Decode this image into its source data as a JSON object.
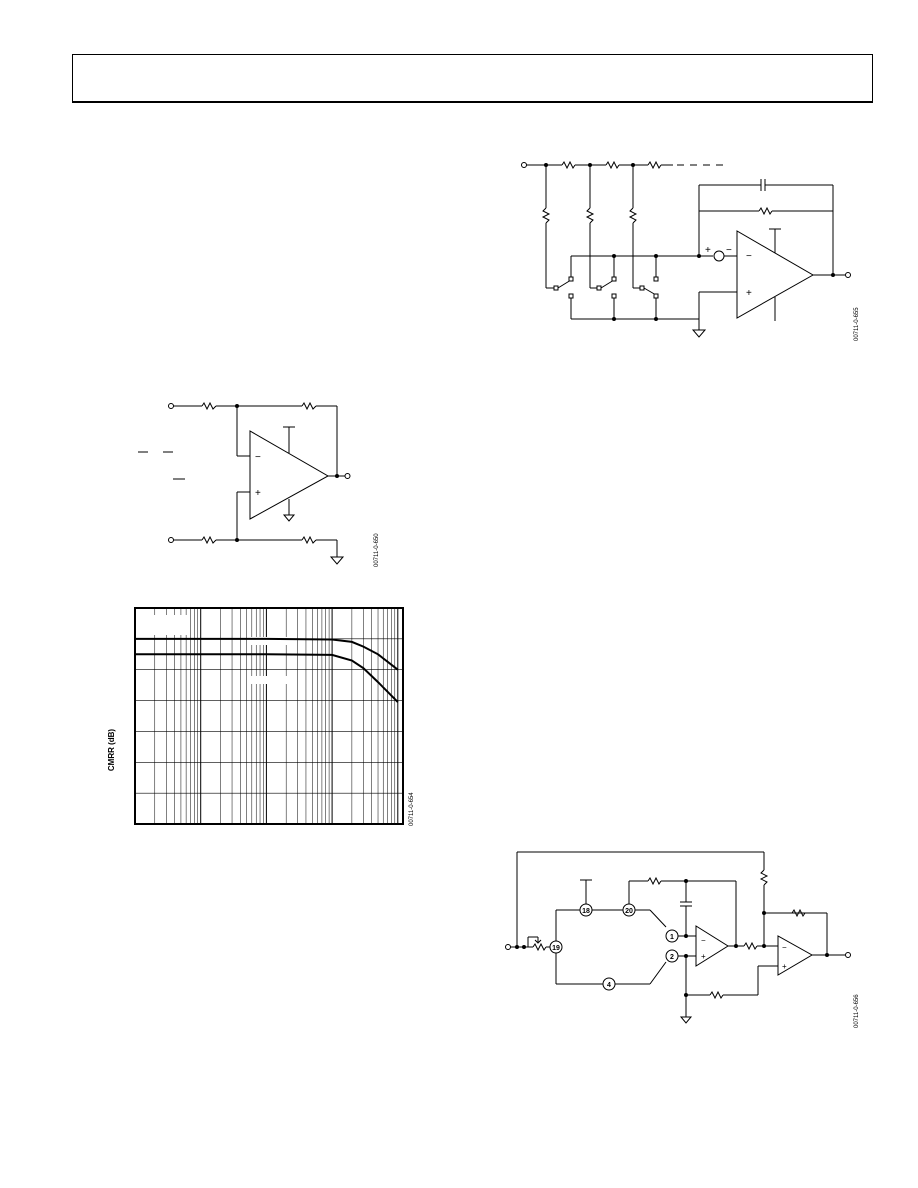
{
  "figures": {
    "diff_amp": {
      "id_label": "00711-0-650",
      "plus_sign": "+",
      "minus_sign": "−"
    },
    "cmrr_chart": {
      "id_label": "00711-0-654",
      "ylabel": "CMRR (dB)"
    },
    "dac_circuit": {
      "id_label": "00711-0-655",
      "plus_sign": "+",
      "minus_sign": "−"
    },
    "bridge_circuit": {
      "id_label": "00711-0-656",
      "pins": [
        "18",
        "20",
        "1",
        "2",
        "19",
        "4"
      ],
      "plus_sign": "+",
      "minus_sign": "−"
    }
  },
  "chart_data": {
    "type": "line",
    "title": "",
    "xlabel": "",
    "ylabel": "CMRR (dB)",
    "x_scale": "log",
    "x": [
      1,
      10,
      100,
      1000,
      2000,
      3000,
      5000,
      10000
    ],
    "series": [
      {
        "values": [
          6.0,
          6.0,
          6.0,
          5.98,
          5.9,
          5.75,
          5.5,
          5.0
        ]
      },
      {
        "values": [
          5.5,
          5.5,
          5.5,
          5.48,
          5.3,
          5.05,
          4.6,
          3.95
        ]
      }
    ],
    "ylim": [
      0,
      7
    ],
    "xlim": [
      1,
      12000
    ],
    "grid": true,
    "legend": "none"
  }
}
